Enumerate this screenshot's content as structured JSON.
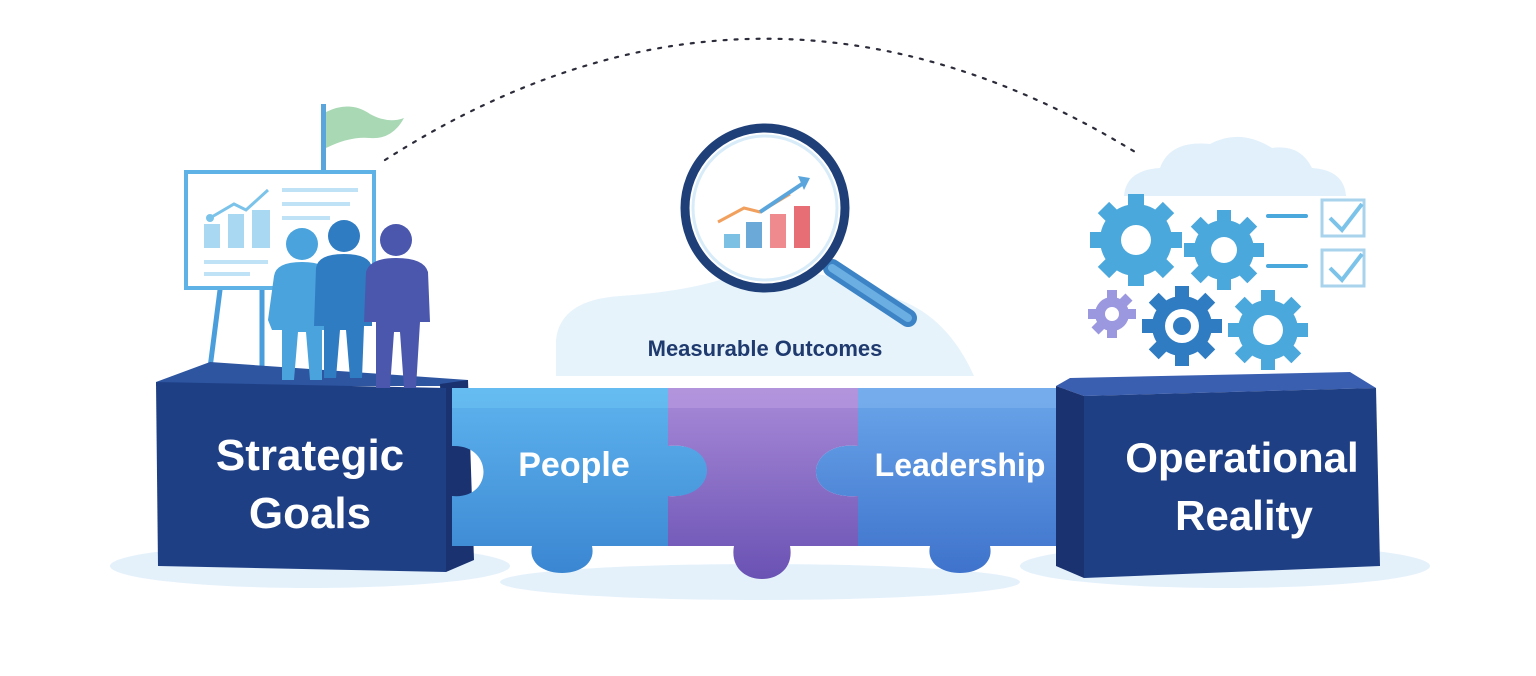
{
  "blocks": {
    "left": {
      "line1": "Strategic",
      "line2": "Goals"
    },
    "right": {
      "line1": "Operational",
      "line2": "Reality"
    }
  },
  "puzzle": {
    "people": "People",
    "leadership": "Leadership"
  },
  "callout": {
    "label": "Measurable Outcomes"
  },
  "colors": {
    "block_navy": "#1f3f85",
    "puzzle_blue": "#4b9ae0",
    "puzzle_purple": "#7a5fc0",
    "puzzle_mid_blue": "#4a7fd6",
    "gear_blue": "#4aa8dc",
    "gear_lavender": "#9b98e0"
  }
}
